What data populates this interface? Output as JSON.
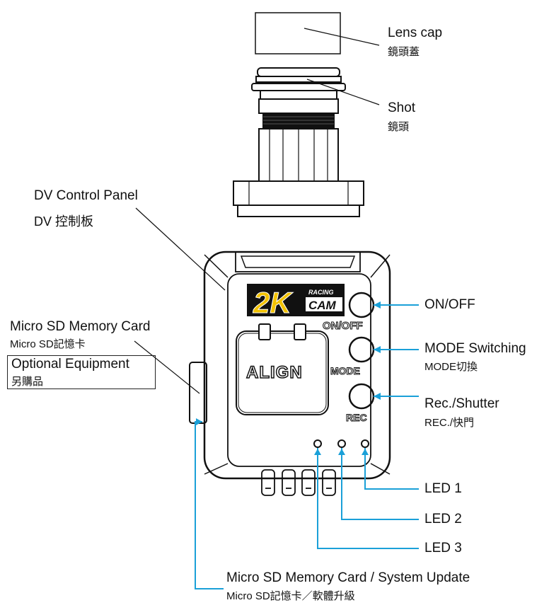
{
  "labels": {
    "lens_cap": {
      "en": "Lens cap",
      "zh": "鏡頭蓋"
    },
    "shot": {
      "en": "Shot",
      "zh": "鏡頭"
    },
    "dv_panel": {
      "en": "DV Control Panel",
      "zh": "DV 控制板"
    },
    "micro_sd_card": {
      "en": "Micro SD Memory Card",
      "zh": "Micro SD記憶卡"
    },
    "optional": {
      "en": "Optional Equipment",
      "zh": "另購品"
    },
    "on_off": {
      "en": "ON/OFF"
    },
    "mode_switch": {
      "en": "MODE Switching",
      "zh": "MODE切換"
    },
    "rec_shutter": {
      "en": "Rec./Shutter",
      "zh": "REC./快門"
    },
    "led1": "LED 1",
    "led2": "LED 2",
    "led3": "LED 3",
    "sd_update": {
      "en": "Micro SD Memory Card / System Update",
      "zh": "Micro SD記憶卡／軟體升級"
    }
  },
  "device": {
    "logo_2k": "2K",
    "logo_racing": "RACING",
    "logo_cam": "CAM",
    "brand": "ALIGN",
    "btn_on_off": "ON/OFF",
    "btn_mode": "MODE",
    "btn_rec": "REC"
  },
  "colors": {
    "callout_line": "#1aa0d8",
    "outline": "#111111",
    "logo_yellow": "#f2c200"
  }
}
